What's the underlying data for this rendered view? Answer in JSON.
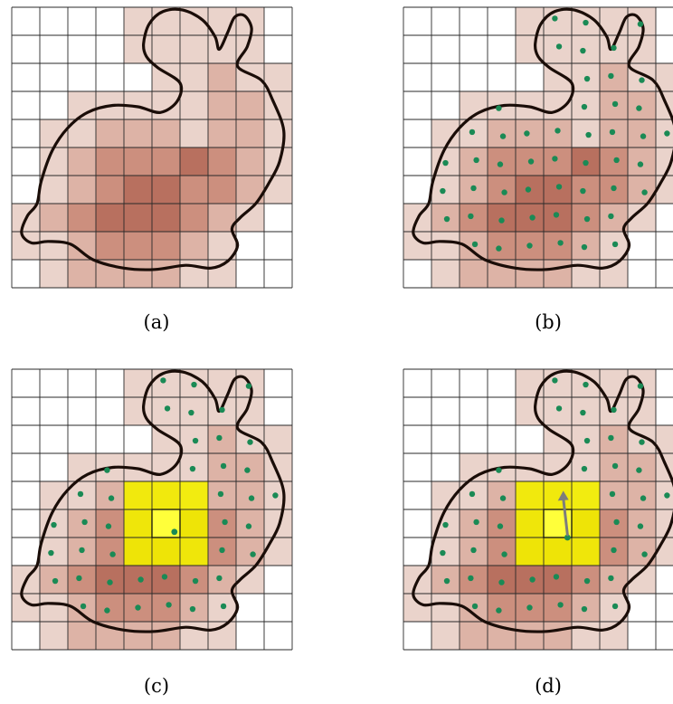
{
  "colors": {
    "grid_line": "#2a2a2a",
    "outline": "#1a0d08",
    "point": "#1a8a55",
    "highlight": "#f2ee00",
    "highlight_center": "#ffff3a",
    "arrow": "#7d7d7d",
    "density_levels": [
      "#ffffff",
      "#ead3cb",
      "#ddb3a6",
      "#cc8f7e",
      "#b8705f",
      "#a9584a"
    ]
  },
  "panels": [
    {
      "id": "a",
      "caption": "(a)",
      "show_points": false,
      "highlight": false,
      "arrow": false
    },
    {
      "id": "b",
      "caption": "(b)",
      "show_points": true,
      "highlight": false,
      "arrow": false
    },
    {
      "id": "c",
      "caption": "(c)",
      "show_points": true,
      "highlight": true,
      "arrow": false
    },
    {
      "id": "d",
      "caption": "(d)",
      "show_points": true,
      "highlight": true,
      "arrow": true
    }
  ],
  "grid": {
    "columns": 10,
    "rows": 10,
    "density": [
      [
        0,
        0,
        0,
        0,
        1,
        1,
        1,
        1,
        1,
        0
      ],
      [
        0,
        0,
        0,
        0,
        1,
        1,
        1,
        1,
        1,
        0
      ],
      [
        0,
        0,
        0,
        0,
        0,
        1,
        1,
        2,
        1,
        1
      ],
      [
        0,
        0,
        1,
        1,
        1,
        1,
        1,
        2,
        2,
        1
      ],
      [
        0,
        1,
        1,
        2,
        2,
        2,
        1,
        2,
        2,
        1
      ],
      [
        0,
        1,
        2,
        3,
        3,
        3,
        4,
        3,
        2,
        1
      ],
      [
        0,
        1,
        2,
        3,
        4,
        4,
        3,
        3,
        2,
        1
      ],
      [
        1,
        2,
        3,
        4,
        4,
        4,
        3,
        2,
        1,
        0
      ],
      [
        1,
        1,
        2,
        3,
        3,
        3,
        2,
        1,
        0,
        0
      ],
      [
        0,
        1,
        2,
        2,
        2,
        2,
        1,
        1,
        0,
        0
      ]
    ]
  },
  "highlight_region": {
    "col_start": 4,
    "row_start": 4,
    "cols": 3,
    "rows": 3
  },
  "highlight_center": {
    "col": 5,
    "row": 5
  }
}
